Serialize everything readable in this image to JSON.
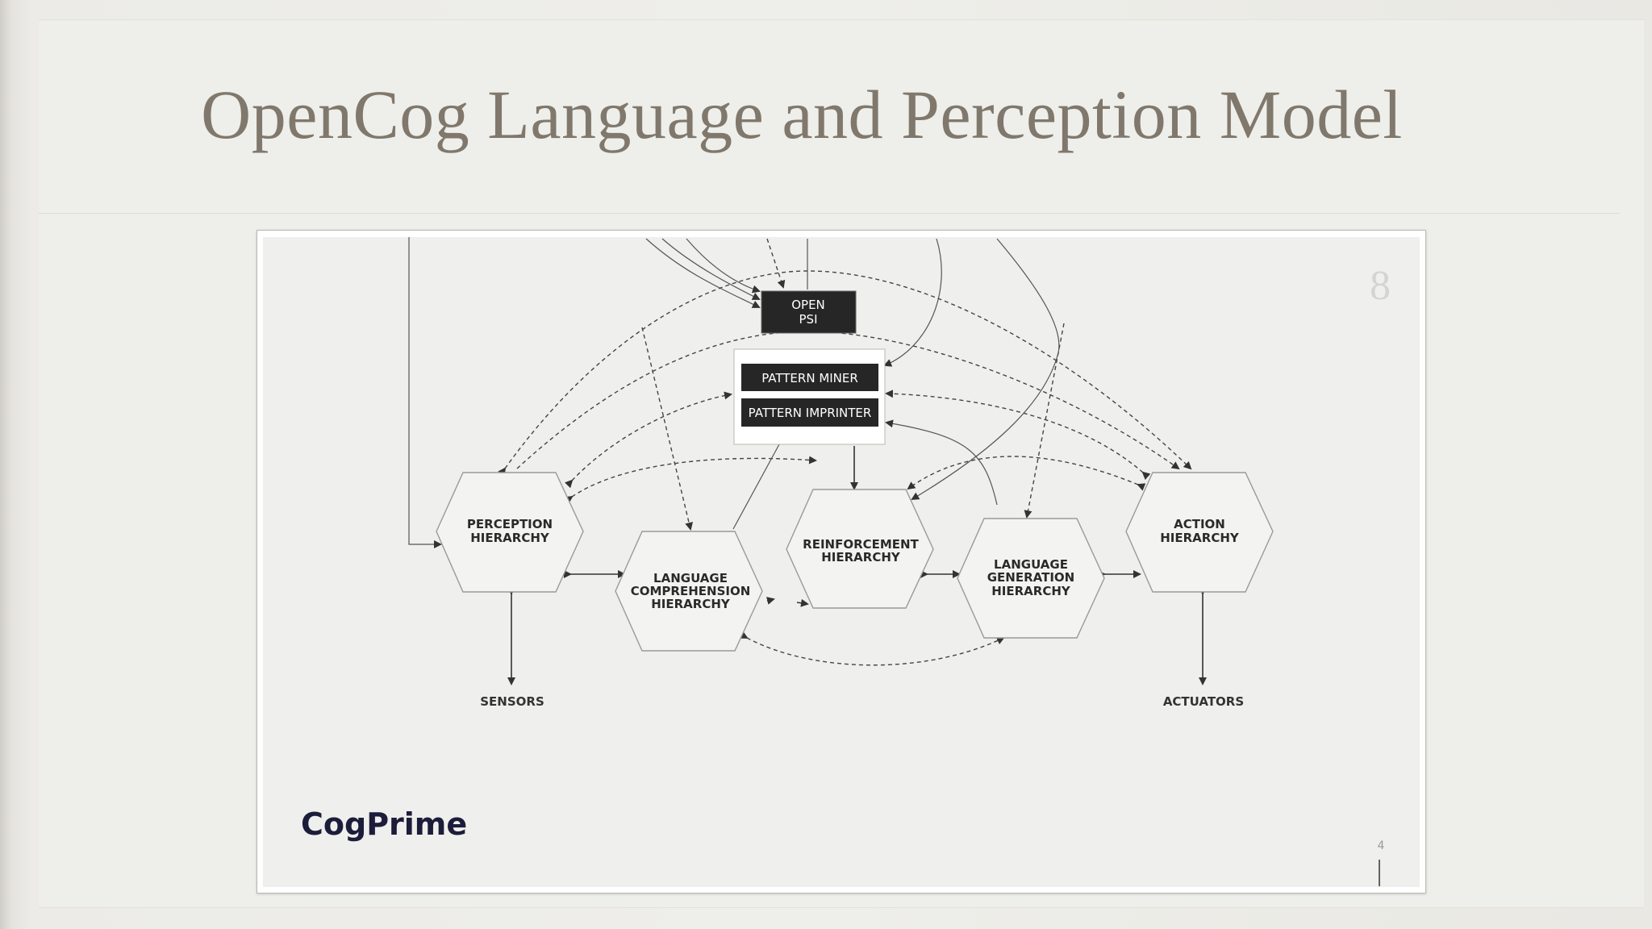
{
  "slide": {
    "title": "OpenCog Language and Perception Model"
  },
  "diagram": {
    "nodes": {
      "perception": [
        "PERCEPTION",
        "HIERARCHY"
      ],
      "language_comprehension": [
        "LANGUAGE",
        "COMPREHENSION",
        "HIERARCHY"
      ],
      "reinforcement": [
        "REINFORCEMENT",
        "HIERARCHY"
      ],
      "language_generation": [
        "LANGUAGE",
        "GENERATION",
        "HIERARCHY"
      ],
      "action": [
        "ACTION",
        "HIERARCHY"
      ]
    },
    "boxes": {
      "open_psi": [
        "OPEN",
        "PSI"
      ],
      "pattern_miner": "PATTERN MINER",
      "pattern_imprinter": "PATTERN IMPRINTER"
    },
    "terminals": {
      "sensors": "SENSORS",
      "actuators": "ACTUATORS"
    },
    "logo": "CogPrime",
    "corner_mark": "8",
    "page_mark": "4"
  },
  "colors": {
    "title": "#80786c",
    "box_fill": "#262626",
    "hex_fill": "#f3f3f1",
    "logo": "#1c1d3a"
  }
}
